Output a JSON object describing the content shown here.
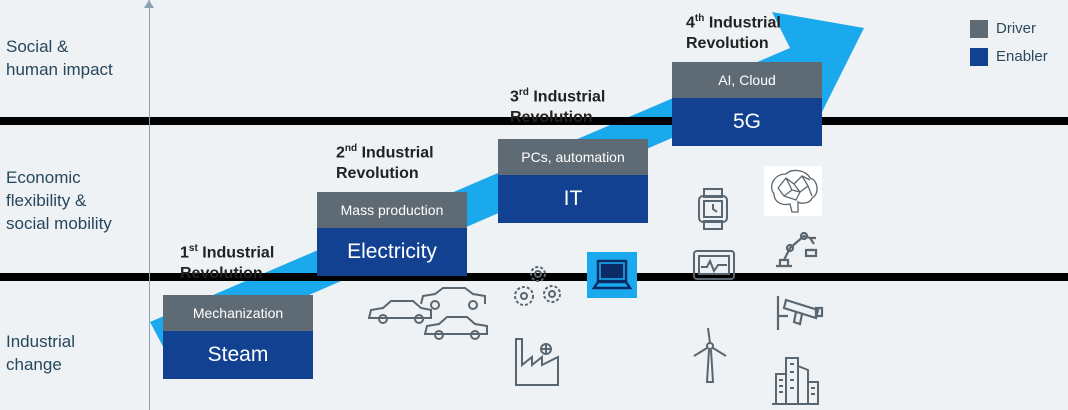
{
  "rows": {
    "social": "Social &\nhuman impact",
    "economic": "Economic\nflexibility &\nsocial mobility",
    "industrial": "Industrial\nchange"
  },
  "legend": {
    "driver": {
      "label": "Driver",
      "color": "#5f6b74"
    },
    "enabler": {
      "label": "Enabler",
      "color": "#124191"
    }
  },
  "revolutions": [
    {
      "ordinal": "1",
      "suffix": "st",
      "title": "Industrial",
      "title2": "Revolution",
      "driver": "Mechanization",
      "enabler": "Steam"
    },
    {
      "ordinal": "2",
      "suffix": "nd",
      "title": "Industrial",
      "title2": "Revolution",
      "driver": "Mass production",
      "enabler": "Electricity"
    },
    {
      "ordinal": "3",
      "suffix": "rd",
      "title": "Industrial",
      "title2": "Revolution",
      "driver": "PCs, automation",
      "enabler": "IT"
    },
    {
      "ordinal": "4",
      "suffix": "th",
      "title": "Industrial",
      "title2": "Revolution",
      "driver": "AI, Cloud",
      "enabler": "5G"
    }
  ],
  "colors": {
    "arrow": "#1aa9ec",
    "band": "#000000",
    "icon_stroke": "#5b6770"
  },
  "icons": [
    "cars-icon",
    "gears-icon",
    "factory-icon",
    "laptop-icon",
    "smartwatch-icon",
    "tablet-icon",
    "wind-turbine-icon",
    "brain-icon",
    "robot-arm-icon",
    "security-camera-icon",
    "city-buildings-icon"
  ]
}
